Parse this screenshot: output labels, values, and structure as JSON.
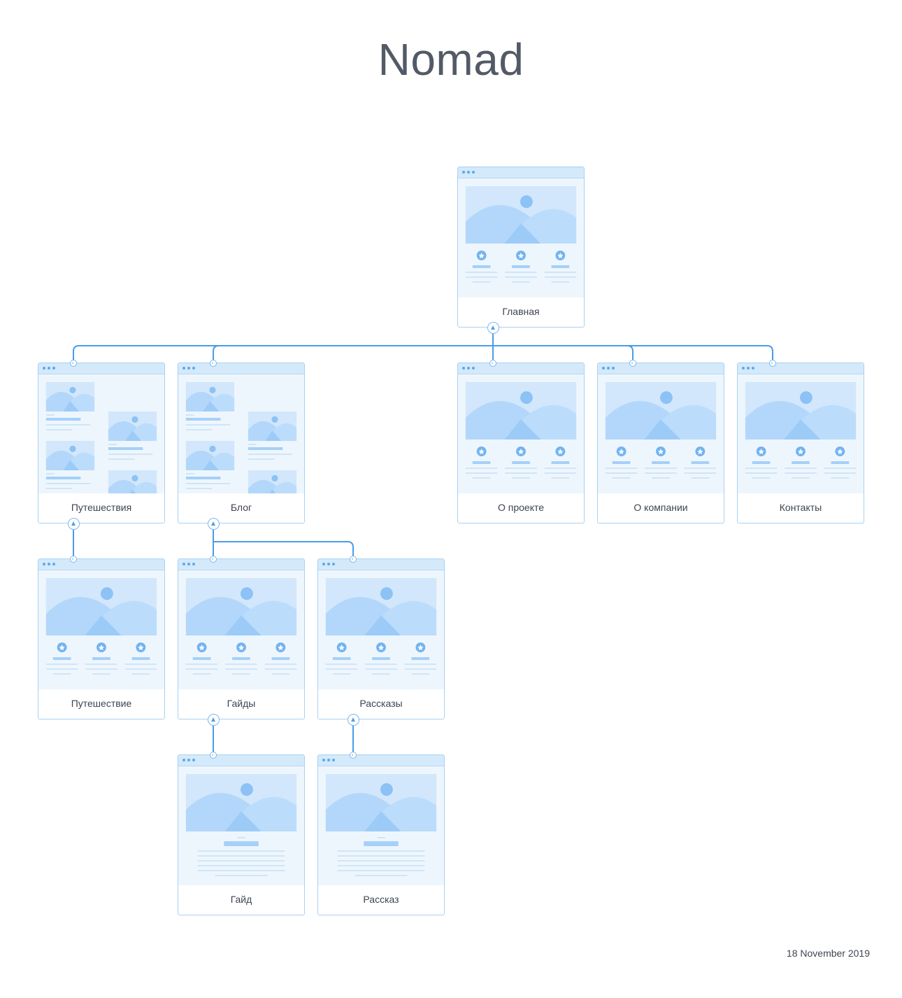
{
  "page": {
    "title": "Nomad",
    "date": "18 November 2019"
  },
  "colors": {
    "connector": "#4a9ce6",
    "frame": "#a9d1f2",
    "chrome": "#d4e9fa",
    "placeholder_bg": "#eef6fd",
    "placeholder_shape": "#b3d7fa",
    "placeholder_line": "#cfe5f8",
    "accent_dot": "#5aaaf0",
    "title": "#535a66"
  },
  "nodes": [
    {
      "id": "home",
      "label": "Главная",
      "template": "landing",
      "parent": null
    },
    {
      "id": "travels",
      "label": "Путешествия",
      "template": "grid",
      "parent": "home"
    },
    {
      "id": "blog",
      "label": "Блог",
      "template": "grid",
      "parent": "home"
    },
    {
      "id": "about-project",
      "label": "О проекте",
      "template": "landing",
      "parent": "home"
    },
    {
      "id": "about-company",
      "label": "О компании",
      "template": "landing",
      "parent": "home"
    },
    {
      "id": "contacts",
      "label": "Контакты",
      "template": "landing",
      "parent": "home"
    },
    {
      "id": "travel",
      "label": "Путешествие",
      "template": "landing",
      "parent": "travels"
    },
    {
      "id": "guides",
      "label": "Гайды",
      "template": "landing",
      "parent": "blog"
    },
    {
      "id": "stories",
      "label": "Рассказы",
      "template": "landing",
      "parent": "blog"
    },
    {
      "id": "guide",
      "label": "Гайд",
      "template": "article",
      "parent": "guides"
    },
    {
      "id": "story",
      "label": "Рассказ",
      "template": "article",
      "parent": "stories"
    }
  ]
}
